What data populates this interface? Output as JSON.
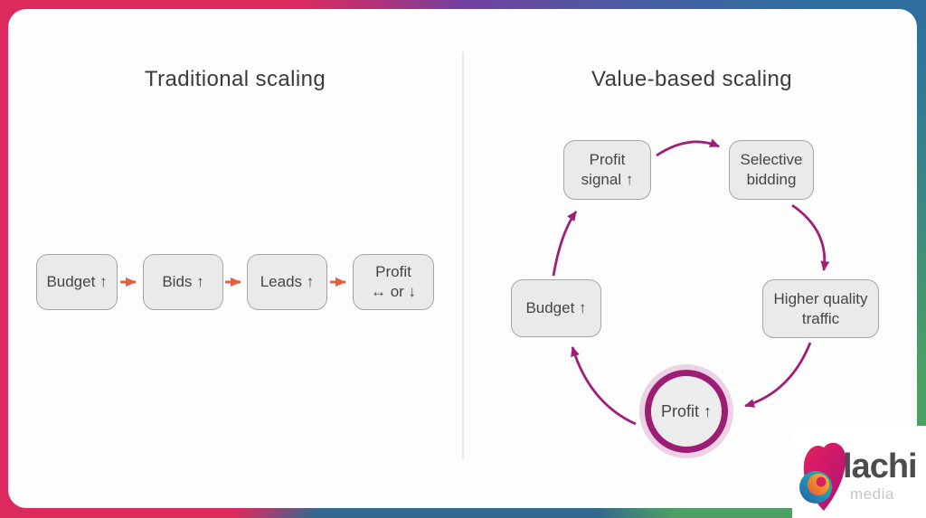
{
  "left_panel": {
    "title": "Traditional scaling",
    "nodes": [
      {
        "label": "Budget ↑"
      },
      {
        "label": "Bids ↑"
      },
      {
        "label": "Leads ↑"
      },
      {
        "line1": "Profit",
        "line2": "↔ or ↓"
      }
    ],
    "arrow_color": "#e2603c"
  },
  "right_panel": {
    "title": "Value-based scaling",
    "nodes": {
      "profit_signal": {
        "line1": "Profit",
        "line2": "signal ↑"
      },
      "selective_bidding": {
        "line1": "Selective",
        "line2": "bidding"
      },
      "higher_quality": {
        "line1": "Higher quality",
        "line2": "traffic"
      },
      "budget": {
        "label": "Budget ↑"
      },
      "profit": {
        "label": "Profit ↑"
      }
    },
    "arrow_color": "#9f1f78",
    "profit_ring_color": "#9c1d74",
    "profit_halo_color": "#ecd2e3"
  },
  "frame_colors": {
    "pink": "#dd2a5e",
    "purple": "#7440a0",
    "blue": "#2f6f9f",
    "green": "#4ca164"
  },
  "box_style": {
    "fill": "#eaeaea",
    "border": "#a6a6a6",
    "text": "#454545"
  },
  "logo": {
    "brand": "lachi",
    "sub": "media"
  }
}
